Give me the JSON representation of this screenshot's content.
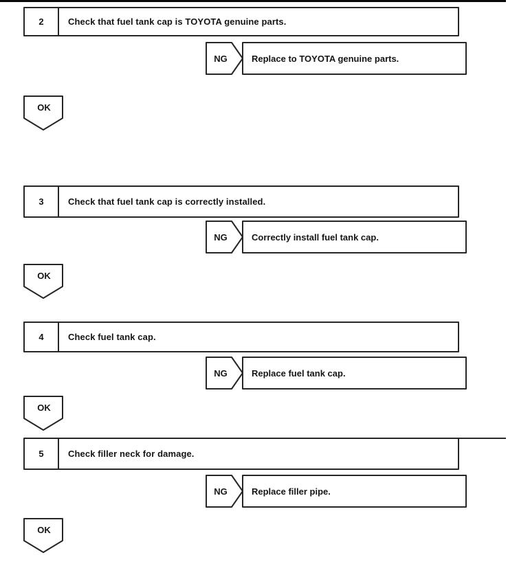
{
  "flowchart": {
    "steps": [
      {
        "number": "2",
        "instruction": "Check that fuel tank cap is TOYOTA genuine parts.",
        "ng_label": "NG",
        "ng_action": "Replace to TOYOTA genuine parts.",
        "ok_label": "OK"
      },
      {
        "number": "3",
        "instruction": "Check that fuel tank cap is correctly installed.",
        "ng_label": "NG",
        "ng_action": "Correctly install fuel tank cap.",
        "ok_label": "OK"
      },
      {
        "number": "4",
        "instruction": "Check fuel tank cap.",
        "ng_label": "NG",
        "ng_action": "Replace fuel tank cap.",
        "ok_label": "OK"
      },
      {
        "number": "5",
        "instruction": "Check filler neck for damage.",
        "ng_label": "NG",
        "ng_action": "Replace filler pipe.",
        "ok_label": "OK"
      }
    ],
    "colors": {
      "ink": "#262626",
      "paper": "#ffffff"
    }
  }
}
